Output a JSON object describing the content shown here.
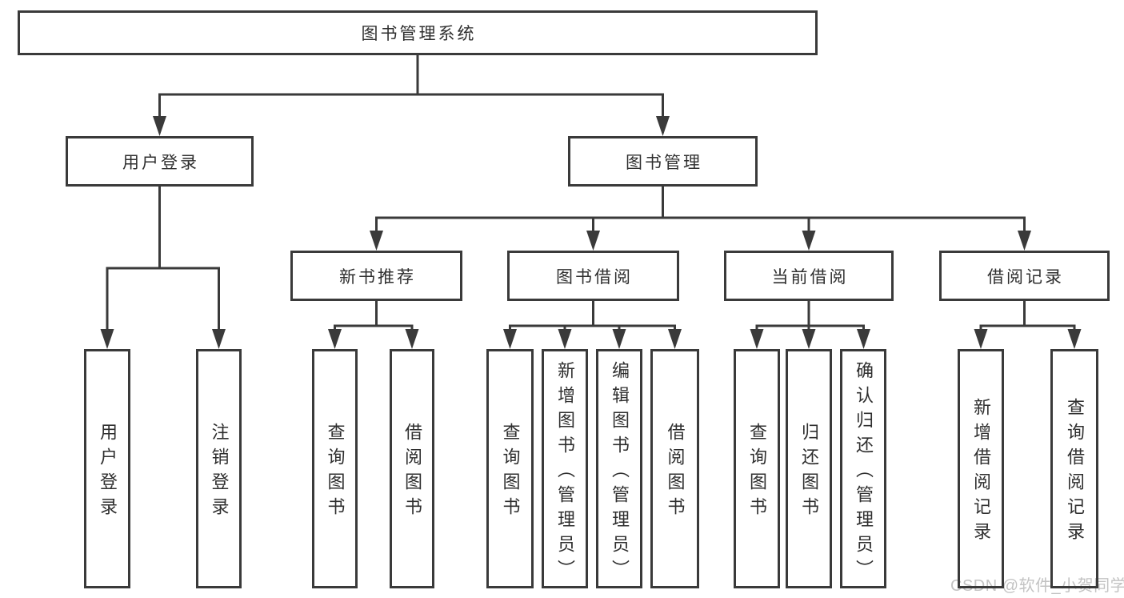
{
  "diagram": {
    "nodes": {
      "root": {
        "label": "图书管理系统"
      },
      "branch_user_login": {
        "label": "用户登录"
      },
      "branch_book_mgmt": {
        "label": "图书管理"
      },
      "sub_new_book": {
        "label": "新书推荐"
      },
      "sub_book_borrow": {
        "label": "图书借阅"
      },
      "sub_current_borrow": {
        "label": "当前借阅"
      },
      "sub_borrow_record": {
        "label": "借阅记录"
      },
      "leaf_user_login": {
        "label": "用户登录"
      },
      "leaf_logout": {
        "label": "注销登录"
      },
      "leaf_query_book_1": {
        "label": "查询图书"
      },
      "leaf_borrow_book_1": {
        "label": "借阅图书"
      },
      "leaf_query_book_2": {
        "label": "查询图书"
      },
      "leaf_add_book": {
        "label": "新增图书（管理员）"
      },
      "leaf_edit_book": {
        "label": "编辑图书（管理员）"
      },
      "leaf_borrow_book_2": {
        "label": "借阅图书"
      },
      "leaf_query_book_3": {
        "label": "查询图书"
      },
      "leaf_return_book": {
        "label": "归还图书"
      },
      "leaf_confirm_return": {
        "label": "确认归还（管理员）"
      },
      "leaf_add_record": {
        "label": "新增借阅记录"
      },
      "leaf_query_record": {
        "label": "查询借阅记录"
      }
    },
    "hierarchy": [
      {
        "parent": "root",
        "children": [
          "branch_user_login",
          "branch_book_mgmt"
        ]
      },
      {
        "parent": "branch_user_login",
        "children": [
          "leaf_user_login",
          "leaf_logout"
        ]
      },
      {
        "parent": "branch_book_mgmt",
        "children": [
          "sub_new_book",
          "sub_book_borrow",
          "sub_current_borrow",
          "sub_borrow_record"
        ]
      },
      {
        "parent": "sub_new_book",
        "children": [
          "leaf_query_book_1",
          "leaf_borrow_book_1"
        ]
      },
      {
        "parent": "sub_book_borrow",
        "children": [
          "leaf_query_book_2",
          "leaf_add_book",
          "leaf_edit_book",
          "leaf_borrow_book_2"
        ]
      },
      {
        "parent": "sub_current_borrow",
        "children": [
          "leaf_query_book_3",
          "leaf_return_book",
          "leaf_confirm_return"
        ]
      },
      {
        "parent": "sub_borrow_record",
        "children": [
          "leaf_add_record",
          "leaf_query_record"
        ]
      }
    ],
    "watermark": "CSDN @软件_小贺同学",
    "colors": {
      "line": "#3a3a3a",
      "box_border": "#3a3a3a",
      "text": "#2f2f2f",
      "background": "#ffffff",
      "watermark": "#c3c3c3"
    }
  }
}
